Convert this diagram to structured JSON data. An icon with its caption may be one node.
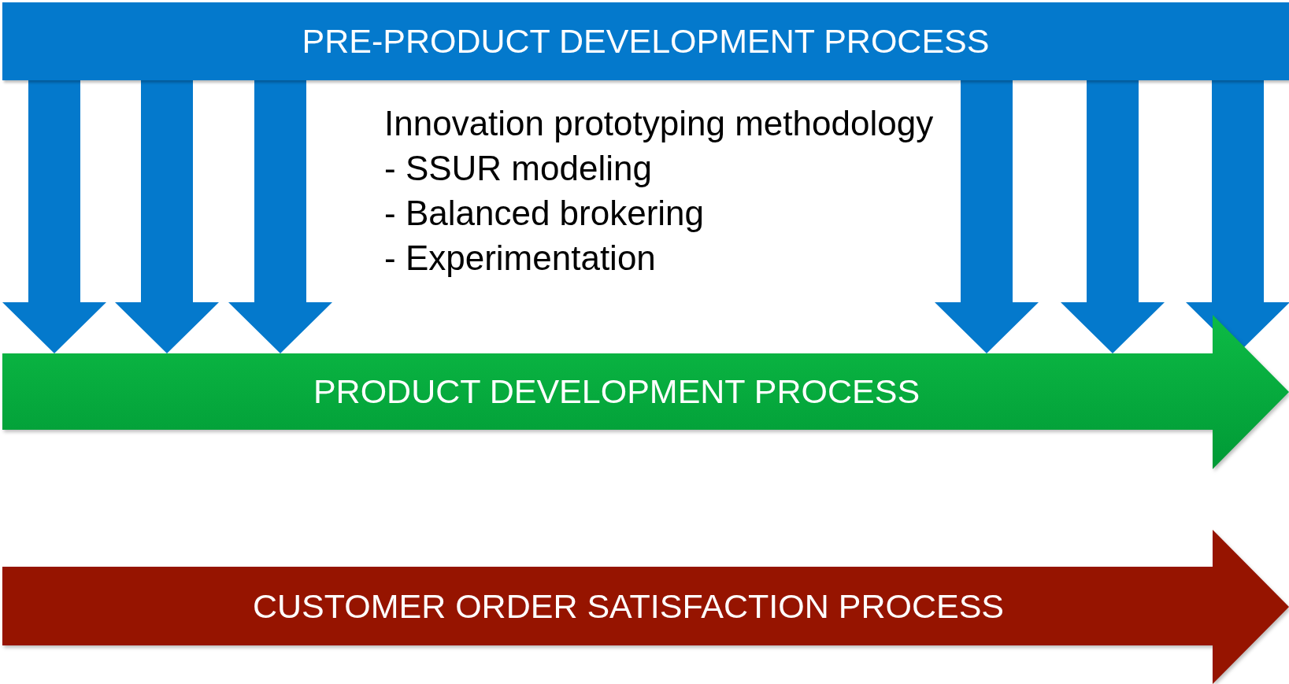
{
  "diagram": {
    "nodes": [
      {
        "text": [
          "PRE-PRODUCT DEVELOPMENT PROCESS"
        ]
      },
      {
        "text": [
          "PRODUCT DEVELOPMENT PROCESS"
        ]
      },
      {
        "text": [
          "CUSTOMER ORDER SATISFACTION PROCESS"
        ]
      }
    ],
    "edges": [
      {
        "from": 0,
        "to": 1,
        "arrow": "to",
        "style": "thick"
      },
      {
        "from": 0,
        "to": 1,
        "arrow": "to",
        "style": "thick"
      },
      {
        "from": 0,
        "to": 1,
        "arrow": "to",
        "style": "thick"
      },
      {
        "from": 0,
        "to": 1,
        "arrow": "to",
        "style": "thick"
      },
      {
        "from": 0,
        "to": 1,
        "arrow": "to",
        "style": "thick"
      },
      {
        "from": 0,
        "to": 1,
        "arrow": "to",
        "style": "thick"
      }
    ],
    "labels": [
      "Innovation prototyping methodology",
      "- SSUR modeling",
      "- Balanced brokering",
      "- Experimentation"
    ]
  }
}
